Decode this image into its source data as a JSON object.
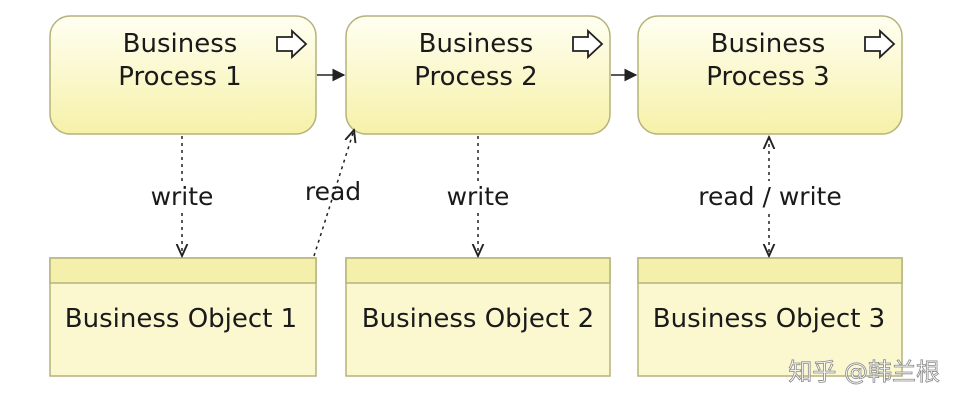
{
  "colors": {
    "process_fill_top": "#fffff0",
    "process_fill_bottom": "#f6f1a8",
    "object_fill": "#fbf8cf",
    "object_header_fill": "#f4efaa",
    "border": "#b5b27a",
    "line": "#333333"
  },
  "processes": [
    {
      "line1": "Business",
      "line2": "Process 1",
      "icon": "process-arrow-icon"
    },
    {
      "line1": "Business",
      "line2": "Process 2",
      "icon": "process-arrow-icon"
    },
    {
      "line1": "Business",
      "line2": "Process 3",
      "icon": "process-arrow-icon"
    }
  ],
  "objects": [
    {
      "label": "Business Object 1"
    },
    {
      "label": "Business Object 2"
    },
    {
      "label": "Business Object 3"
    }
  ],
  "edges": {
    "write1": "write",
    "read1": "read",
    "write2": "write",
    "readwrite3": "read / write"
  },
  "watermark": "知乎 @韩兰根"
}
